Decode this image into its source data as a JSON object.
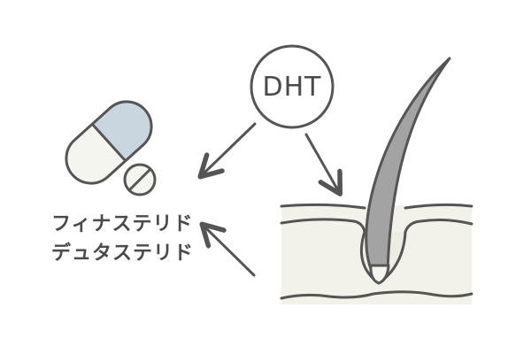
{
  "center": {
    "label": "DHT"
  },
  "drugs": [
    "フィナステリド",
    "デュタステリド"
  ],
  "colors": {
    "stroke": "#555555",
    "capsule_top": "#c9d6e0",
    "capsule_bottom": "#f4f5ee",
    "skin_fill": "#f3f2ea",
    "hair_fill": "#a3a3a3"
  }
}
